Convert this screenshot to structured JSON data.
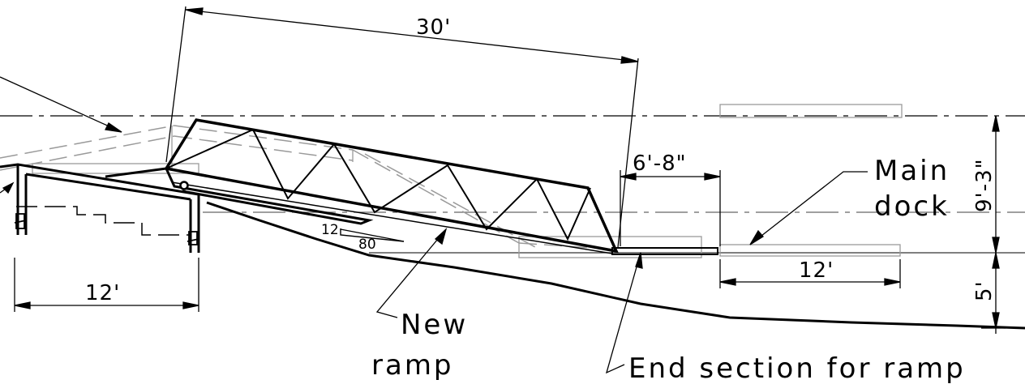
{
  "drawing": {
    "background": "#ffffff",
    "line_color": "#000000",
    "hidden_line_color": "#9a9a9a",
    "labels": {
      "main_dock_line1": "Main",
      "main_dock_line2": "dock",
      "new_ramp_line1": "New",
      "new_ramp_line2": "ramp",
      "end_section": "End section for ramp"
    },
    "dimensions": {
      "ramp_length": "30'",
      "end_section_length": "6'-8\"",
      "main_dock_length": "12'",
      "left_dock_length": "12'",
      "dock_height": "9'-3\"",
      "water_depth": "5'"
    },
    "slope": {
      "rise": "12",
      "run": "80"
    }
  }
}
